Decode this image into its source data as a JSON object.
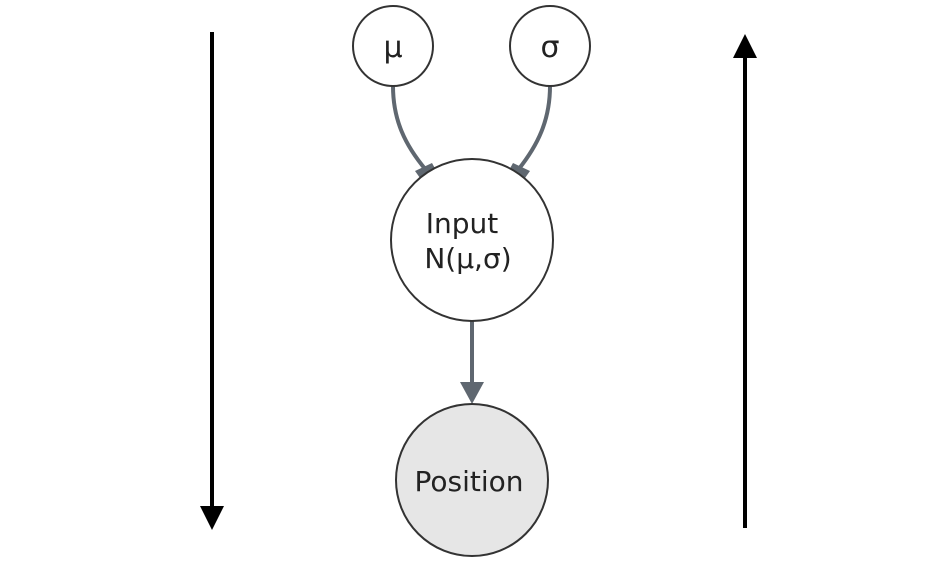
{
  "diagram": {
    "nodes": {
      "mu": {
        "label": "μ"
      },
      "sigma": {
        "label": "σ"
      },
      "input": {
        "line1": "Input",
        "line2": "N(μ,σ)"
      },
      "position": {
        "label": "Position"
      }
    }
  },
  "colors": {
    "node_stroke": "#333333",
    "node_fill": "#ffffff",
    "observed_fill": "#e6e6e6",
    "edge": "#5f6770",
    "flow_arrow": "#000000"
  }
}
